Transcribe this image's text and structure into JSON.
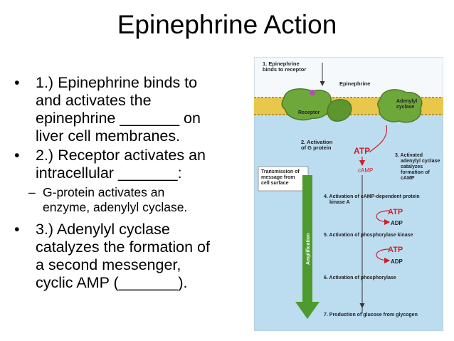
{
  "slide": {
    "title": "Epinephrine Action",
    "bullets": [
      {
        "lines": [
          "1.) Epinephrine binds to",
          "and activates the",
          "epinephrine _______ on",
          "liver cell membranes."
        ]
      },
      {
        "lines": [
          "2.) Receptor activates an",
          "intracellular _______:"
        ],
        "sub": {
          "lines": [
            "G-protein activates an",
            "enzyme, adenylyl cyclase."
          ]
        }
      },
      {
        "lines": [
          "3.) Adenylyl cyclase",
          "catalyzes the formation of",
          "a second messenger,",
          "cyclic AMP (_______)."
        ]
      }
    ]
  },
  "figure": {
    "step1": [
      "1. Epinephrine",
      "binds to receptor"
    ],
    "epinephrine": "Epinephrine",
    "adenylyl": [
      "Adenylyl",
      "cyclase"
    ],
    "receptor": "Receptor",
    "step2": [
      "2. Activation",
      "of G protein"
    ],
    "atp_top": "ATP",
    "camp": "cAMP",
    "step3": [
      "3. Activated",
      "adenylyl cyclase",
      "catalyzes",
      "formation of",
      "cAMP"
    ],
    "transmission": [
      "Transmission of",
      "message from",
      "cell surface"
    ],
    "step4": [
      "4. Activation of cAMP-dependent protein",
      "kinase A"
    ],
    "atp": "ATP",
    "adp": "ADP",
    "step5": "5. Activation of phosphorylase kinase",
    "step6": "6. Activation of phosphorylase",
    "amplification": "Amplification",
    "step7": "7. Production of glucose from glycogen",
    "colors": {
      "membrane": "#e8c74a",
      "protein": "#6fa83a",
      "cytoplasm": "#bcdcf0",
      "extracellular": "#f6f9fc",
      "red": "#d21f26",
      "arrow": "#4e9a2e"
    }
  }
}
